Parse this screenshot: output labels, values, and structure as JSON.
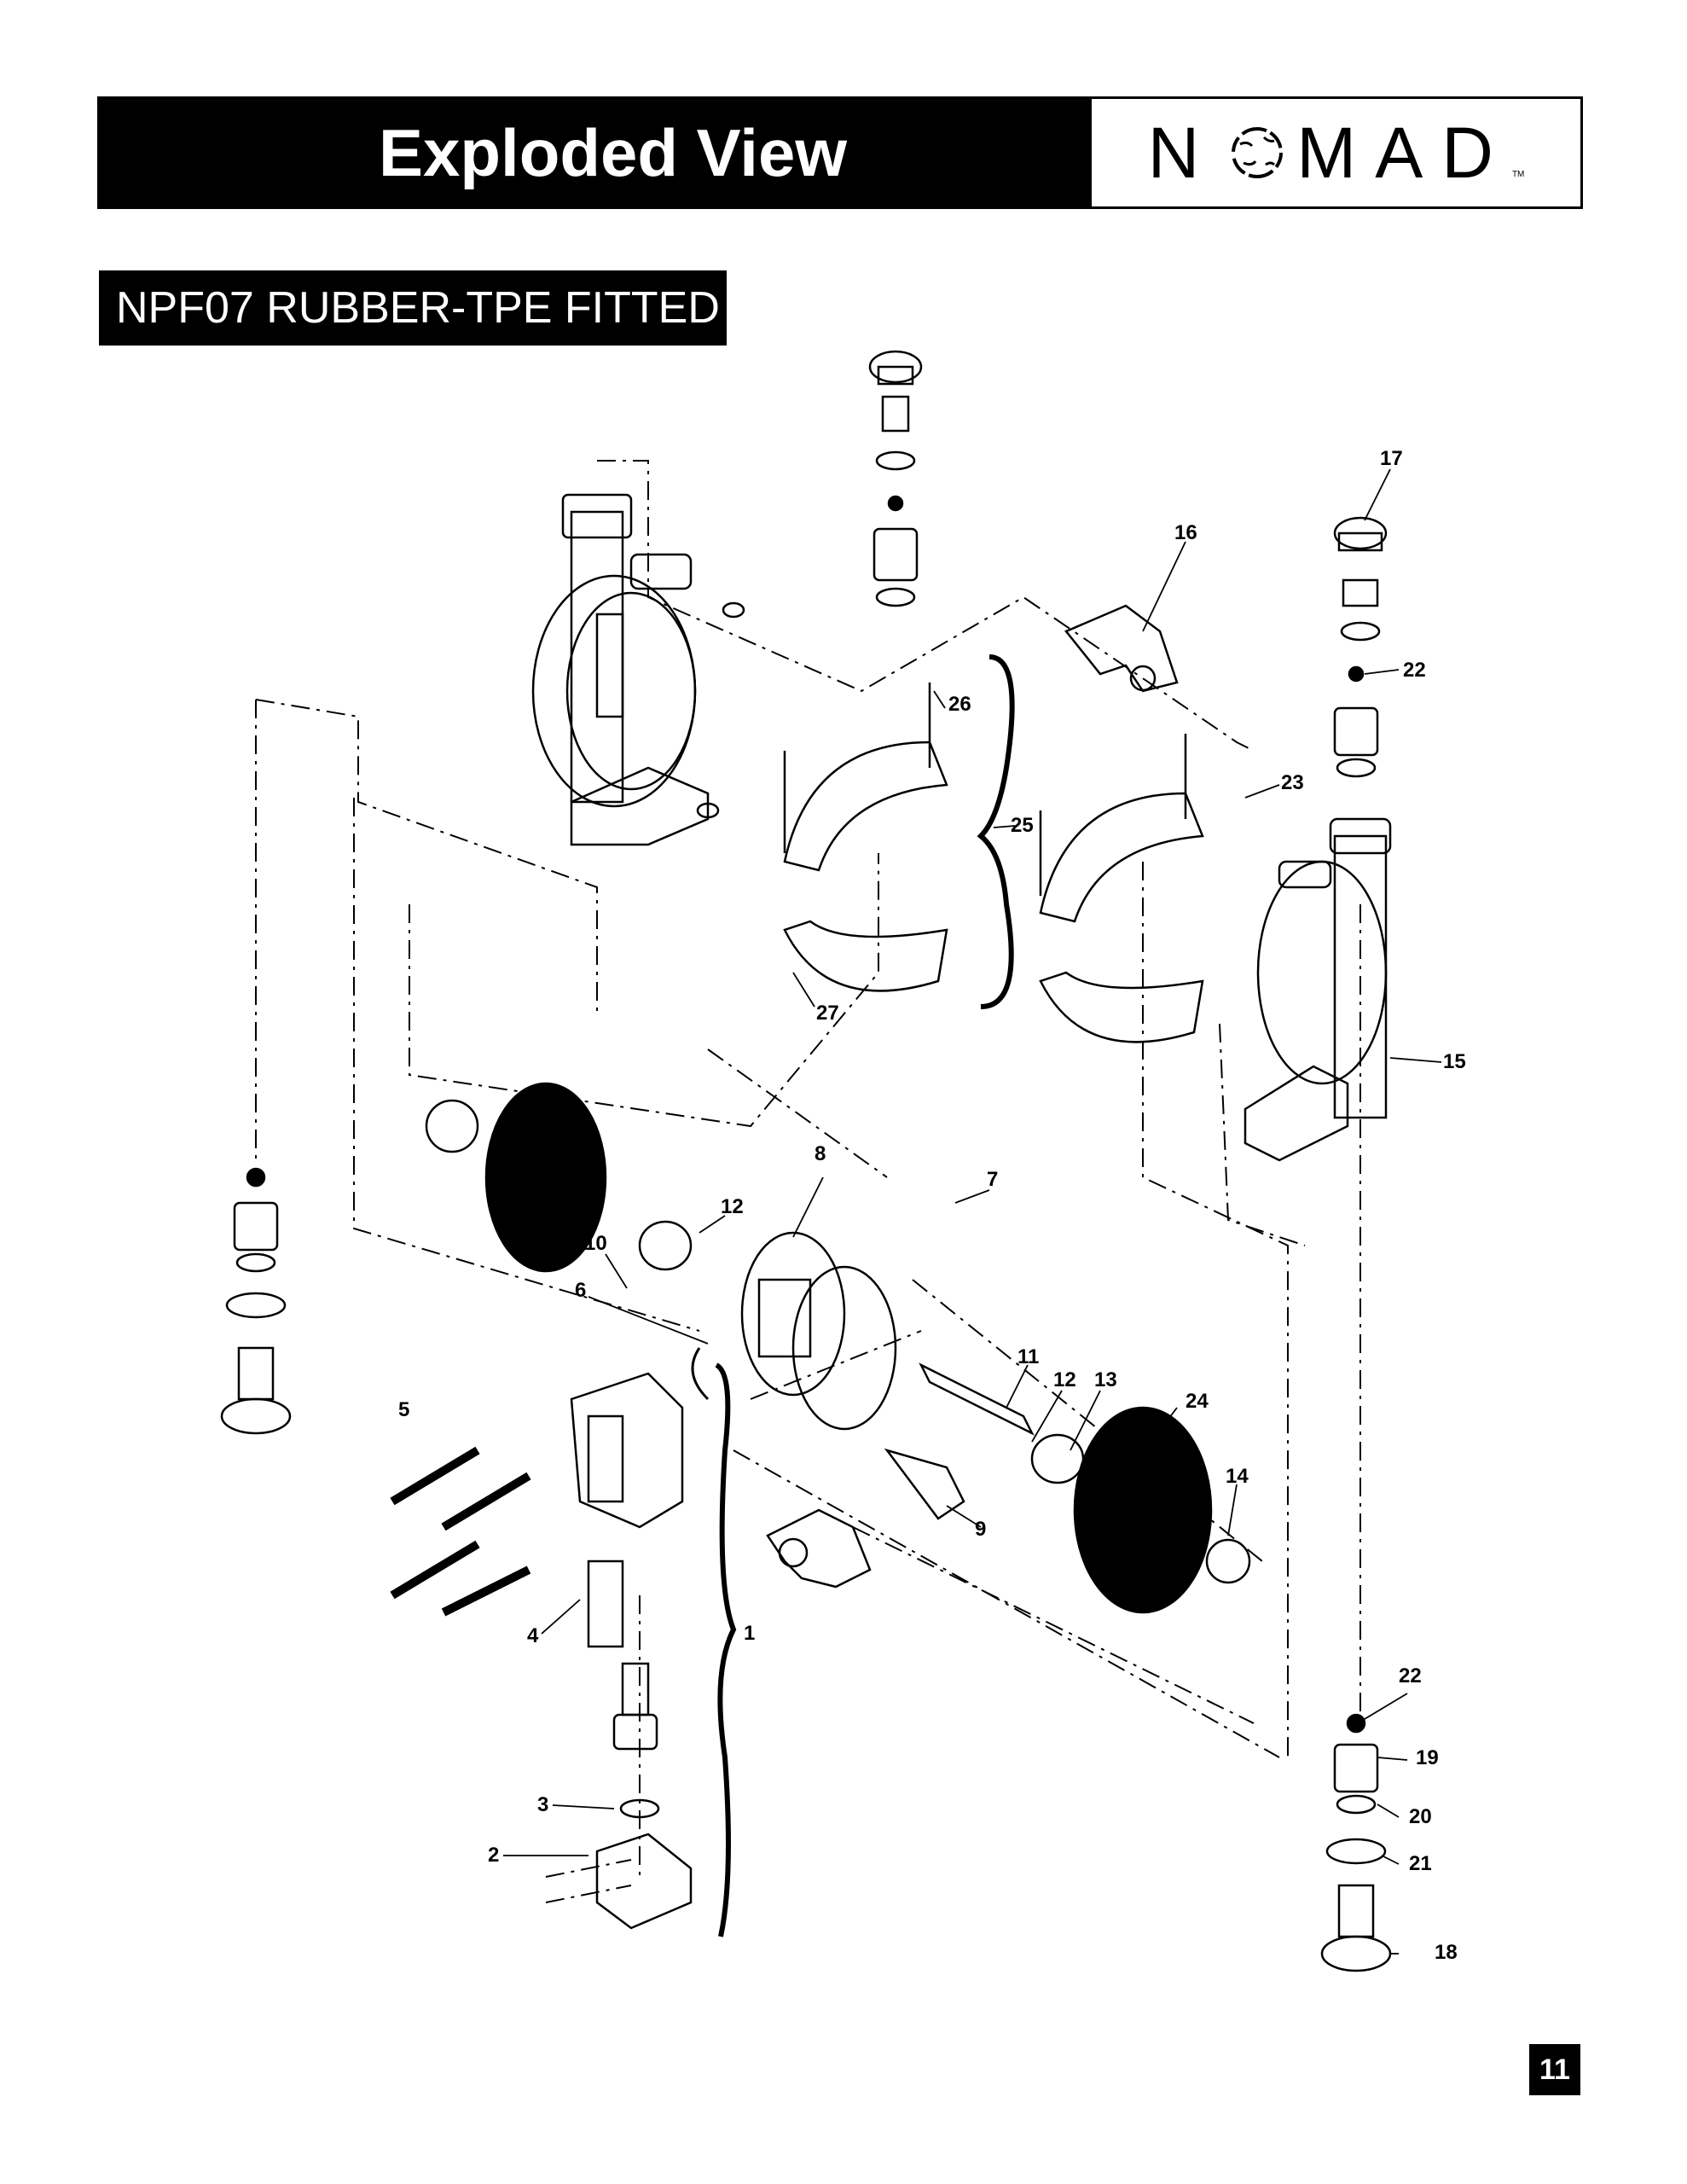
{
  "header": {
    "title": "Exploded View",
    "brand": "NOMAD",
    "brand_left": "N",
    "brand_right": "MAD",
    "brand_tm": "TM"
  },
  "subtitle": "NPF07 RUBBER-TPE FITTED",
  "page_number": "11",
  "parts": {
    "p1": "1",
    "p2": "2",
    "p3": "3",
    "p4": "4",
    "p5": "5",
    "p6": "6",
    "p7": "7",
    "p8": "8",
    "p9": "9",
    "p10": "10",
    "p11": "11",
    "p12a": "12",
    "p12b": "12",
    "p13": "13",
    "p14": "14",
    "p15": "15",
    "p16": "16",
    "p17": "17",
    "p18": "18",
    "p19": "19",
    "p20": "20",
    "p21": "21",
    "p22a": "22",
    "p22b": "22",
    "p23": "23",
    "p24": "24",
    "p25": "25",
    "p26": "26",
    "p27": "27"
  }
}
